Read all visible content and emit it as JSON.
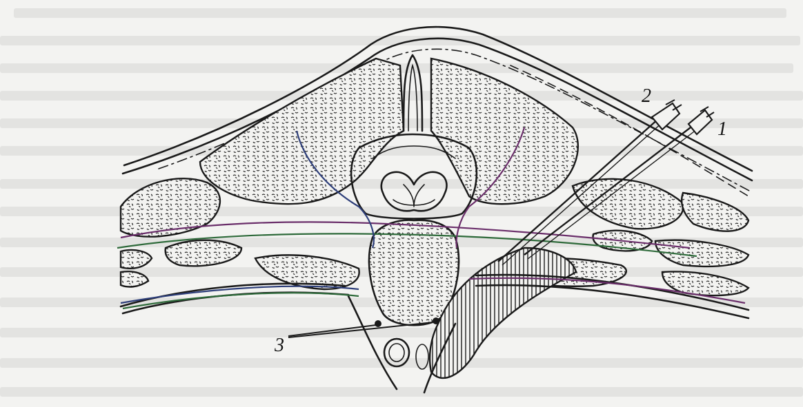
{
  "figure": {
    "labels": {
      "needle_1": "1",
      "needle_2": "2",
      "nerve_nodes": "3"
    }
  },
  "colors": {
    "paper": "#f3f3f1",
    "ink": "#1a1a1a",
    "nerve_purple": "#6a2e6a",
    "nerve_green": "#2e6a3a",
    "nerve_blue": "#2e3f7a"
  }
}
